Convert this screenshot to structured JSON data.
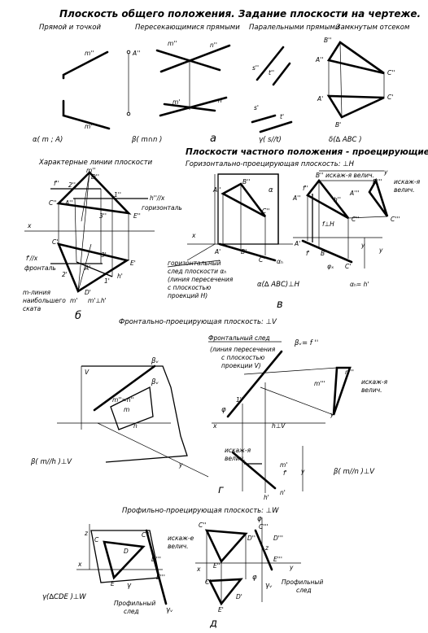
{
  "title": "Плоскость общего положения. Задание плоскости на чертеже.",
  "top_row": {
    "captions": [
      "Прямой и точкой",
      "Пересекающимися прямыми",
      "Паралельными прямыми",
      "Замкнутым отсеком"
    ],
    "formulas": [
      "α( m ; A)",
      "β( m∩n )",
      "γ( s//t)",
      "δ(∆ ABC )"
    ],
    "panel_letter": "а",
    "labels_a": {
      "m1": "m''",
      "m2": "m'",
      "A1": "A''"
    },
    "labels_b": {
      "m1": "m''",
      "n1": "n''",
      "m2": "m'",
      "n2": "n'"
    },
    "labels_c": {
      "s1": "s''",
      "t1": "t''",
      "s2": "s'",
      "t2": "t'"
    },
    "labels_d": {
      "B1": "B''",
      "A1": "A''",
      "C1": "C''",
      "A2": "A'",
      "C2": "C'",
      "B2": "B'"
    }
  },
  "section2": {
    "title": "Плоскости частного положения - проецирующие",
    "left_caption": "Характерные линии плоскости",
    "right_caption": "Горизонтально-проецирующая плоскость: ⊥H",
    "left_panel_letter": "б",
    "right_panel_letter": "в",
    "left_labels": {
      "f1": "f''",
      "D1": "D''",
      "m1": "m''",
      "twoA": "2''",
      "C1": "C''",
      "A1": "A''",
      "one1": "1''",
      "three1": "3''",
      "E1": "E''",
      "h1": "h''//x",
      "horiz": "горизонталь",
      "x": "x",
      "C2": "C'",
      "f2x": "f'//x",
      "frontal": "фронталь",
      "three2": "3'",
      "E2": "E'",
      "A2": "A'",
      "two2": "2'",
      "h2": "h'",
      "one2": "1'",
      "D2": "D'",
      "m2": "m'",
      "mperp": "m'⊥h'",
      "mline": "m-линия наибольшего ската"
    },
    "right_labels": {
      "A1": "A''",
      "B1": "B''",
      "C1": "C''",
      "alpha": "α",
      "x": "x",
      "A2": "A'",
      "B2": "B'",
      "C2": "C'",
      "alphaH": "αₕ",
      "trace": "горизонтальный след плоскости αₕ (линия пересечения с плоскостью проекций H)",
      "formula": "α(∆ ABC)⊥H",
      "B1b": "B''",
      "distorted1": "искаж-я велич.",
      "f1": "f''",
      "A1b": "A''",
      "h1": "h''",
      "A1c": "A'''",
      "fH": "f⊥H",
      "Ab": "A'",
      "f2": "f'",
      "B2b": "B'",
      "phi": "φₓ",
      "C2b": "C'",
      "alphaEq": "αₕ= h'",
      "y1": "y",
      "y2": "y",
      "B3": "B'''",
      "distorted2": "искаж-я велич.",
      "C3": "C'''",
      "Cb": "C''",
      "yB": "y"
    }
  },
  "section3": {
    "title": "Фронтально-проецирующая плоскость: ⊥V",
    "panel_letter": "г",
    "left_labels": {
      "V": "V",
      "betaV": "βᵥ",
      "betaV2": "βᵥ",
      "mn": "m''=n''",
      "m": "m",
      "n": "n",
      "y": "y"
    },
    "left_formula": "β( m//h )⊥V",
    "right_labels": {
      "frontTrace": "Фронтальный след",
      "betaEq": "βᵥ= f ''",
      "traceNote": "(линия пересечения с плоскостью проекции V)",
      "n3": "n'''",
      "m3": "m'''",
      "distorted": "искаж-я велич.",
      "y1": "y",
      "phi": "φ",
      "one": "1''",
      "x": "x",
      "hV": "h⊥V",
      "distorted2": "искаж-я велич.",
      "m2": "m'",
      "f2": "f'",
      "n2": "n'",
      "h2": "h'",
      "y2": "y"
    },
    "right_formula": "β( m//n )⊥V"
  },
  "section4": {
    "title": "Профильно-проецирующая плоскость: ⊥W",
    "panel_letter": "д",
    "left_labels": {
      "z": "z",
      "C": "C",
      "D": "D",
      "C3": "C'''",
      "D3": "D'''",
      "x": "x",
      "E": "E",
      "E3": "E'''",
      "gamma": "γ",
      "gammaW": "γᵥ"
    },
    "left_formula": "γ(∆CDE )⊥W",
    "left_note": "Профильный след",
    "right_labels": {
      "phi": "φ",
      "C1": "C''",
      "distorted": "искаж-е велич.",
      "D1": "D''",
      "C3": "C'''",
      "D3": "D'''",
      "z": "z",
      "E1": "E''",
      "E3": "E'''",
      "y": "y",
      "x": "x",
      "phi2": "φ",
      "C2": "C'",
      "D2": "D'",
      "E2": "E'",
      "gammaW": "γᵥ",
      "note": "Профильный след"
    }
  }
}
